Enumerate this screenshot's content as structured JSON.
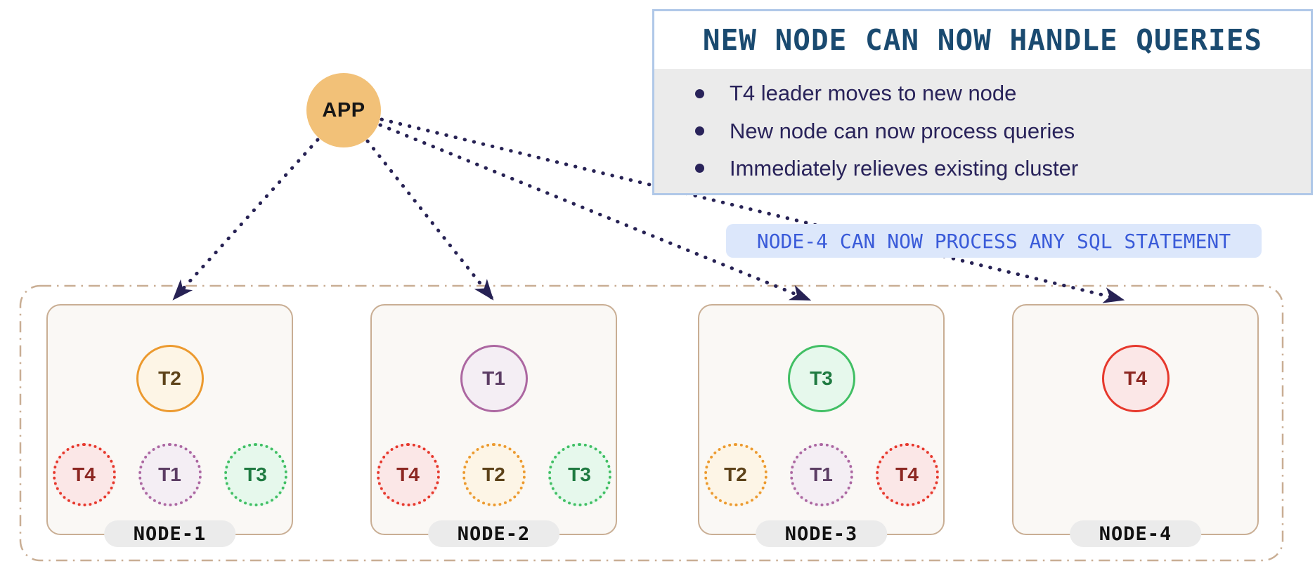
{
  "app": {
    "label": "APP"
  },
  "callout": {
    "title": "NEW NODE CAN NOW HANDLE QUERIES",
    "bullets": [
      "T4 leader moves to new node",
      "New node can now process queries",
      "Immediately relieves existing cluster"
    ]
  },
  "annotation": {
    "text": "NODE-4 CAN NOW PROCESS ANY SQL STATEMENT"
  },
  "cluster": {
    "nodes": [
      {
        "name": "NODE-1",
        "leader": "T2",
        "followers": [
          "T4",
          "T1",
          "T3"
        ]
      },
      {
        "name": "NODE-2",
        "leader": "T1",
        "followers": [
          "T4",
          "T2",
          "T3"
        ]
      },
      {
        "name": "NODE-3",
        "leader": "T3",
        "followers": [
          "T2",
          "T1",
          "T4"
        ]
      },
      {
        "name": "NODE-4",
        "leader": "T4",
        "followers": []
      }
    ]
  },
  "colors": {
    "app_fill": "#F2C178",
    "arrow": "#272254",
    "cluster_border": "#C9AE94",
    "node_fill": "#FAF8F5",
    "callout_border": "#B0C8E8",
    "callout_title": "#1A4A70",
    "callout_text": "#29235A",
    "callout_bullet_bg": "#EBEBEB",
    "annotation_text": "#3A5BD9",
    "annotation_bg": "#DCE7FB",
    "node_pill_bg": "#EBEBEB",
    "t1": {
      "border": "#AC67A1",
      "fill": "#F4EEF4",
      "text": "#5C3D64"
    },
    "t2": {
      "border": "#EC9A2F",
      "fill": "#FDF5E6",
      "text": "#5D4219"
    },
    "t3": {
      "border": "#41BF64",
      "fill": "#E6F8EC",
      "text": "#1F7A41"
    },
    "t4": {
      "border": "#E6382C",
      "fill": "#FBE7E7",
      "text": "#8C2722"
    }
  }
}
